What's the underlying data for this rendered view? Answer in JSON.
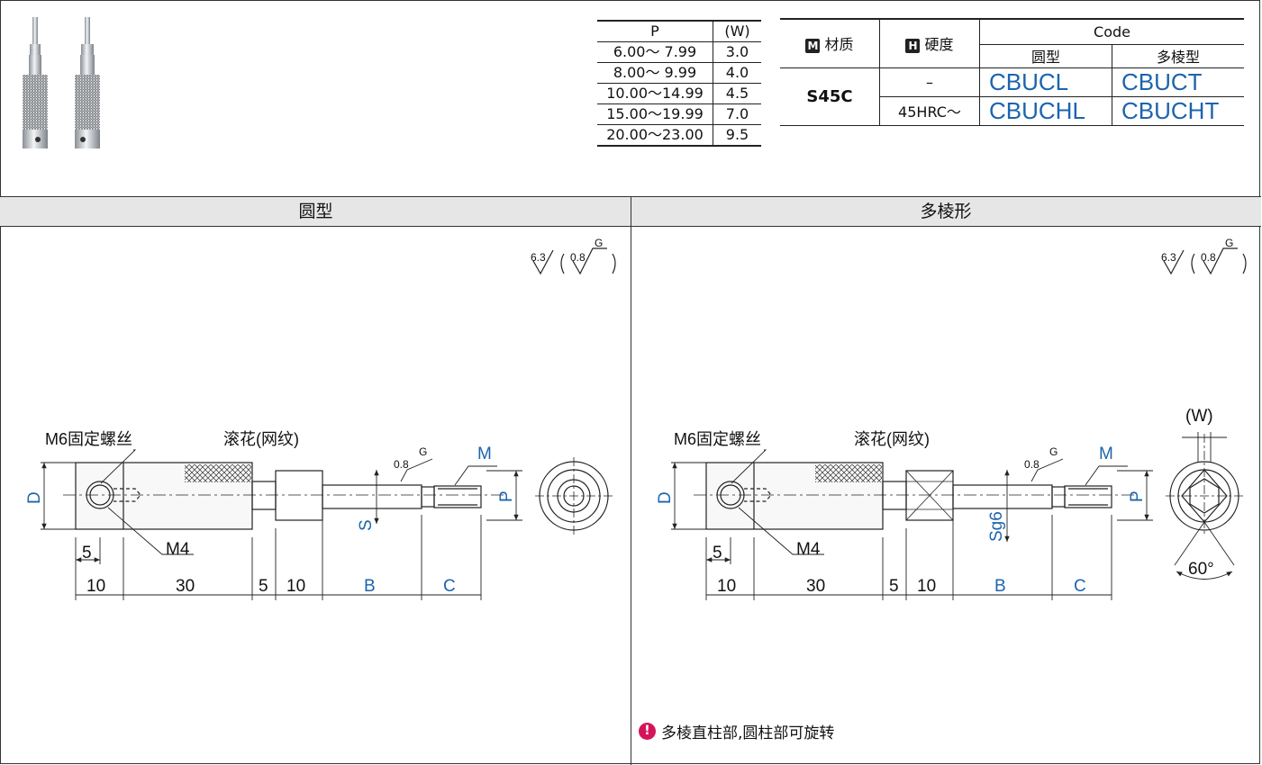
{
  "p_table": {
    "headers": [
      "P",
      "(W)"
    ],
    "rows": [
      [
        "6.00～ 7.99",
        "3.0"
      ],
      [
        "8.00～ 9.99",
        "4.0"
      ],
      [
        "10.00～14.99",
        "4.5"
      ],
      [
        "15.00～19.99",
        "7.0"
      ],
      [
        "20.00～23.00",
        "9.5"
      ]
    ]
  },
  "code_table": {
    "material_badge": "M",
    "material_label": "材质",
    "hardness_badge": "H",
    "hardness_label": "硬度",
    "code_label": "Code",
    "round_label": "圆型",
    "poly_label": "多棱型",
    "material": "S45C",
    "rows": [
      {
        "hardness": "–",
        "round": "CBUCL",
        "poly": "CBUCT"
      },
      {
        "hardness": "45HRC～",
        "round": "CBUCHL",
        "poly": "CBUCHT"
      }
    ]
  },
  "sections": {
    "left_title": "圆型",
    "right_title": "多棱形"
  },
  "drawing": {
    "roughness_main": "6.3",
    "roughness_sub": "0.8",
    "roughness_g": "G",
    "set_screw": "M6固定螺丝",
    "knurl": "滚花(网纹)",
    "m4": "M4",
    "d_label": "D",
    "p_label": "P",
    "m_label": "M",
    "s_label": "S",
    "sg6_label": "Sg6",
    "w_label": "(W)",
    "angle_label": "60°",
    "dims": [
      "5",
      "10",
      "30",
      "5",
      "10",
      "B",
      "C"
    ]
  },
  "note": {
    "icon": "!",
    "text": "多棱直柱部,圆柱部可旋转"
  },
  "colors": {
    "accent": "#1b64ad",
    "note_icon": "#d4145a",
    "header_bg": "#e6e6e6"
  }
}
